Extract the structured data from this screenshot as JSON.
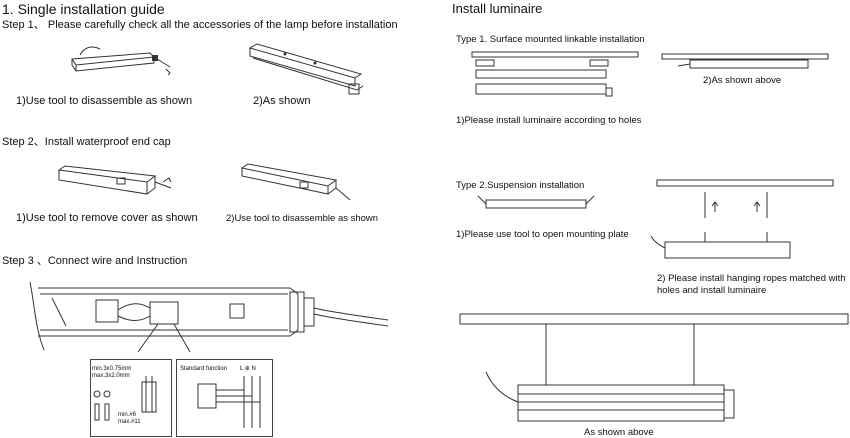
{
  "left": {
    "title": "1. Single installation guide",
    "step1": {
      "heading": "Step 1、 Please carefully check all the accessories of the lamp before installation",
      "caption1": "1)Use tool to disassemble as shown",
      "caption2": "2)As shown"
    },
    "step2": {
      "heading": "Step 2、Install waterproof end cap",
      "caption1": "1)Use tool to remove cover as shown",
      "caption2": "2)Use tool to disassemble as shown"
    },
    "step3": {
      "heading": "Step 3 、Connect wire and Instruction",
      "wire_spec_1": "min.3x0.75mm",
      "wire_spec_2": "max.3x2.0mm",
      "terminal_1": "min.#6",
      "terminal_2": "max.#11",
      "standard_function": "Standard function",
      "terminal_labels": "L ⊕ N"
    }
  },
  "right": {
    "title": "Install luminaire",
    "type1": {
      "heading": "Type 1. Surface mounted linkable installation",
      "note": "1)Please install luminaire according to holes",
      "caption2": "2)As shown above"
    },
    "type2": {
      "heading": "Type 2.Suspension installation",
      "note": "1)Please use tool to open mounting plate",
      "caption2_line1": "2) Please install hanging ropes matched with",
      "caption2_line2": "holes and install luminaire"
    },
    "final_caption": "As shown above"
  }
}
